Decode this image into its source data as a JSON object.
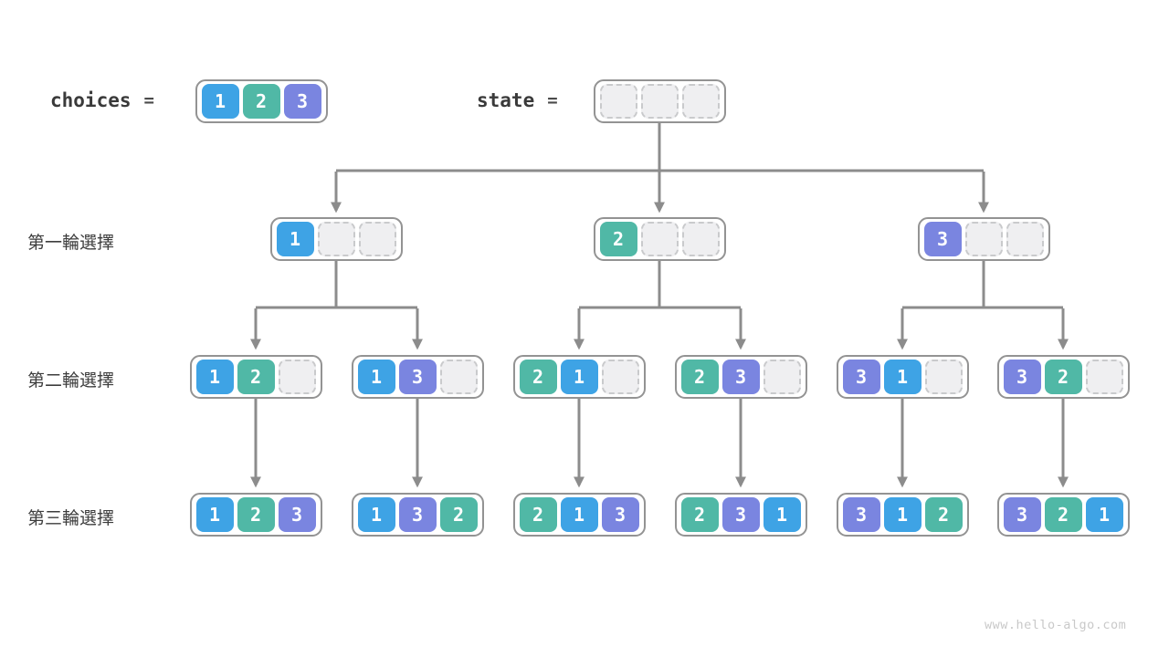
{
  "header": {
    "choices_label": "choices",
    "equals": "=",
    "state_label": "state",
    "choices": [
      1,
      2,
      3
    ],
    "state": [
      null,
      null,
      null
    ]
  },
  "rows": [
    {
      "label": "第一輪選擇",
      "nodes": [
        {
          "cells": [
            1,
            null,
            null
          ]
        },
        {
          "cells": [
            2,
            null,
            null
          ]
        },
        {
          "cells": [
            3,
            null,
            null
          ]
        }
      ]
    },
    {
      "label": "第二輪選擇",
      "nodes": [
        {
          "cells": [
            1,
            2,
            null
          ]
        },
        {
          "cells": [
            1,
            3,
            null
          ]
        },
        {
          "cells": [
            2,
            1,
            null
          ]
        },
        {
          "cells": [
            2,
            3,
            null
          ]
        },
        {
          "cells": [
            3,
            1,
            null
          ]
        },
        {
          "cells": [
            3,
            2,
            null
          ]
        }
      ]
    },
    {
      "label": "第三輪選擇",
      "nodes": [
        {
          "cells": [
            1,
            2,
            3
          ]
        },
        {
          "cells": [
            1,
            3,
            2
          ]
        },
        {
          "cells": [
            2,
            1,
            3
          ]
        },
        {
          "cells": [
            2,
            3,
            1
          ]
        },
        {
          "cells": [
            3,
            1,
            2
          ]
        },
        {
          "cells": [
            3,
            2,
            1
          ]
        }
      ]
    }
  ],
  "colors": {
    "1": "#3ea3e5",
    "2": "#50b8a6",
    "3": "#7a85e0",
    "empty_fill": "#efeff1",
    "empty_border": "#c9cacc",
    "box_border": "#939393",
    "line": "#8c8c8c",
    "label_text": "#3a3a3a",
    "watermark_text": "#c9c9c9"
  },
  "watermark": "www.hello-algo.com"
}
